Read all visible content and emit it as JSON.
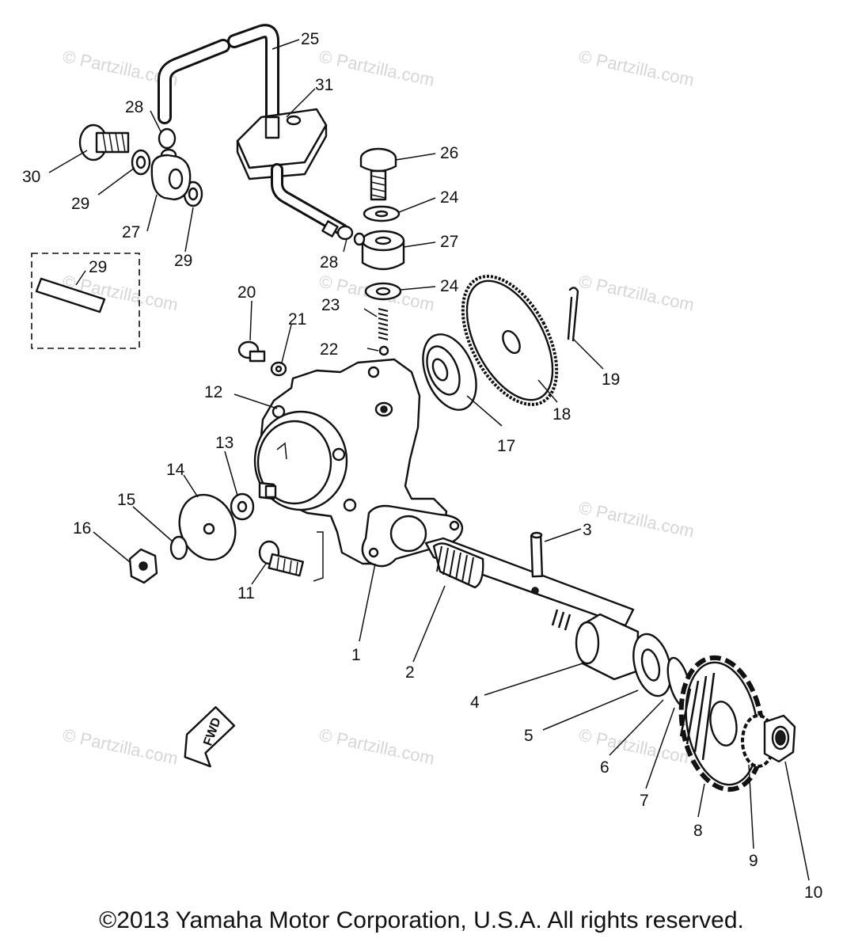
{
  "watermark": "© Partzilla.com",
  "copyright": "©2013 Yamaha Motor Corporation, U.S.A. All rights reserved.",
  "fwd_label": "FWD",
  "callouts": [
    "1",
    "2",
    "3",
    "4",
    "5",
    "6",
    "7",
    "8",
    "9",
    "10",
    "11",
    "12",
    "13",
    "14",
    "15",
    "16",
    "17",
    "18",
    "19",
    "20",
    "21",
    "22",
    "23",
    "24",
    "24",
    "25",
    "26",
    "27",
    "27",
    "28",
    "28",
    "29",
    "29",
    "29",
    "30",
    "31"
  ]
}
